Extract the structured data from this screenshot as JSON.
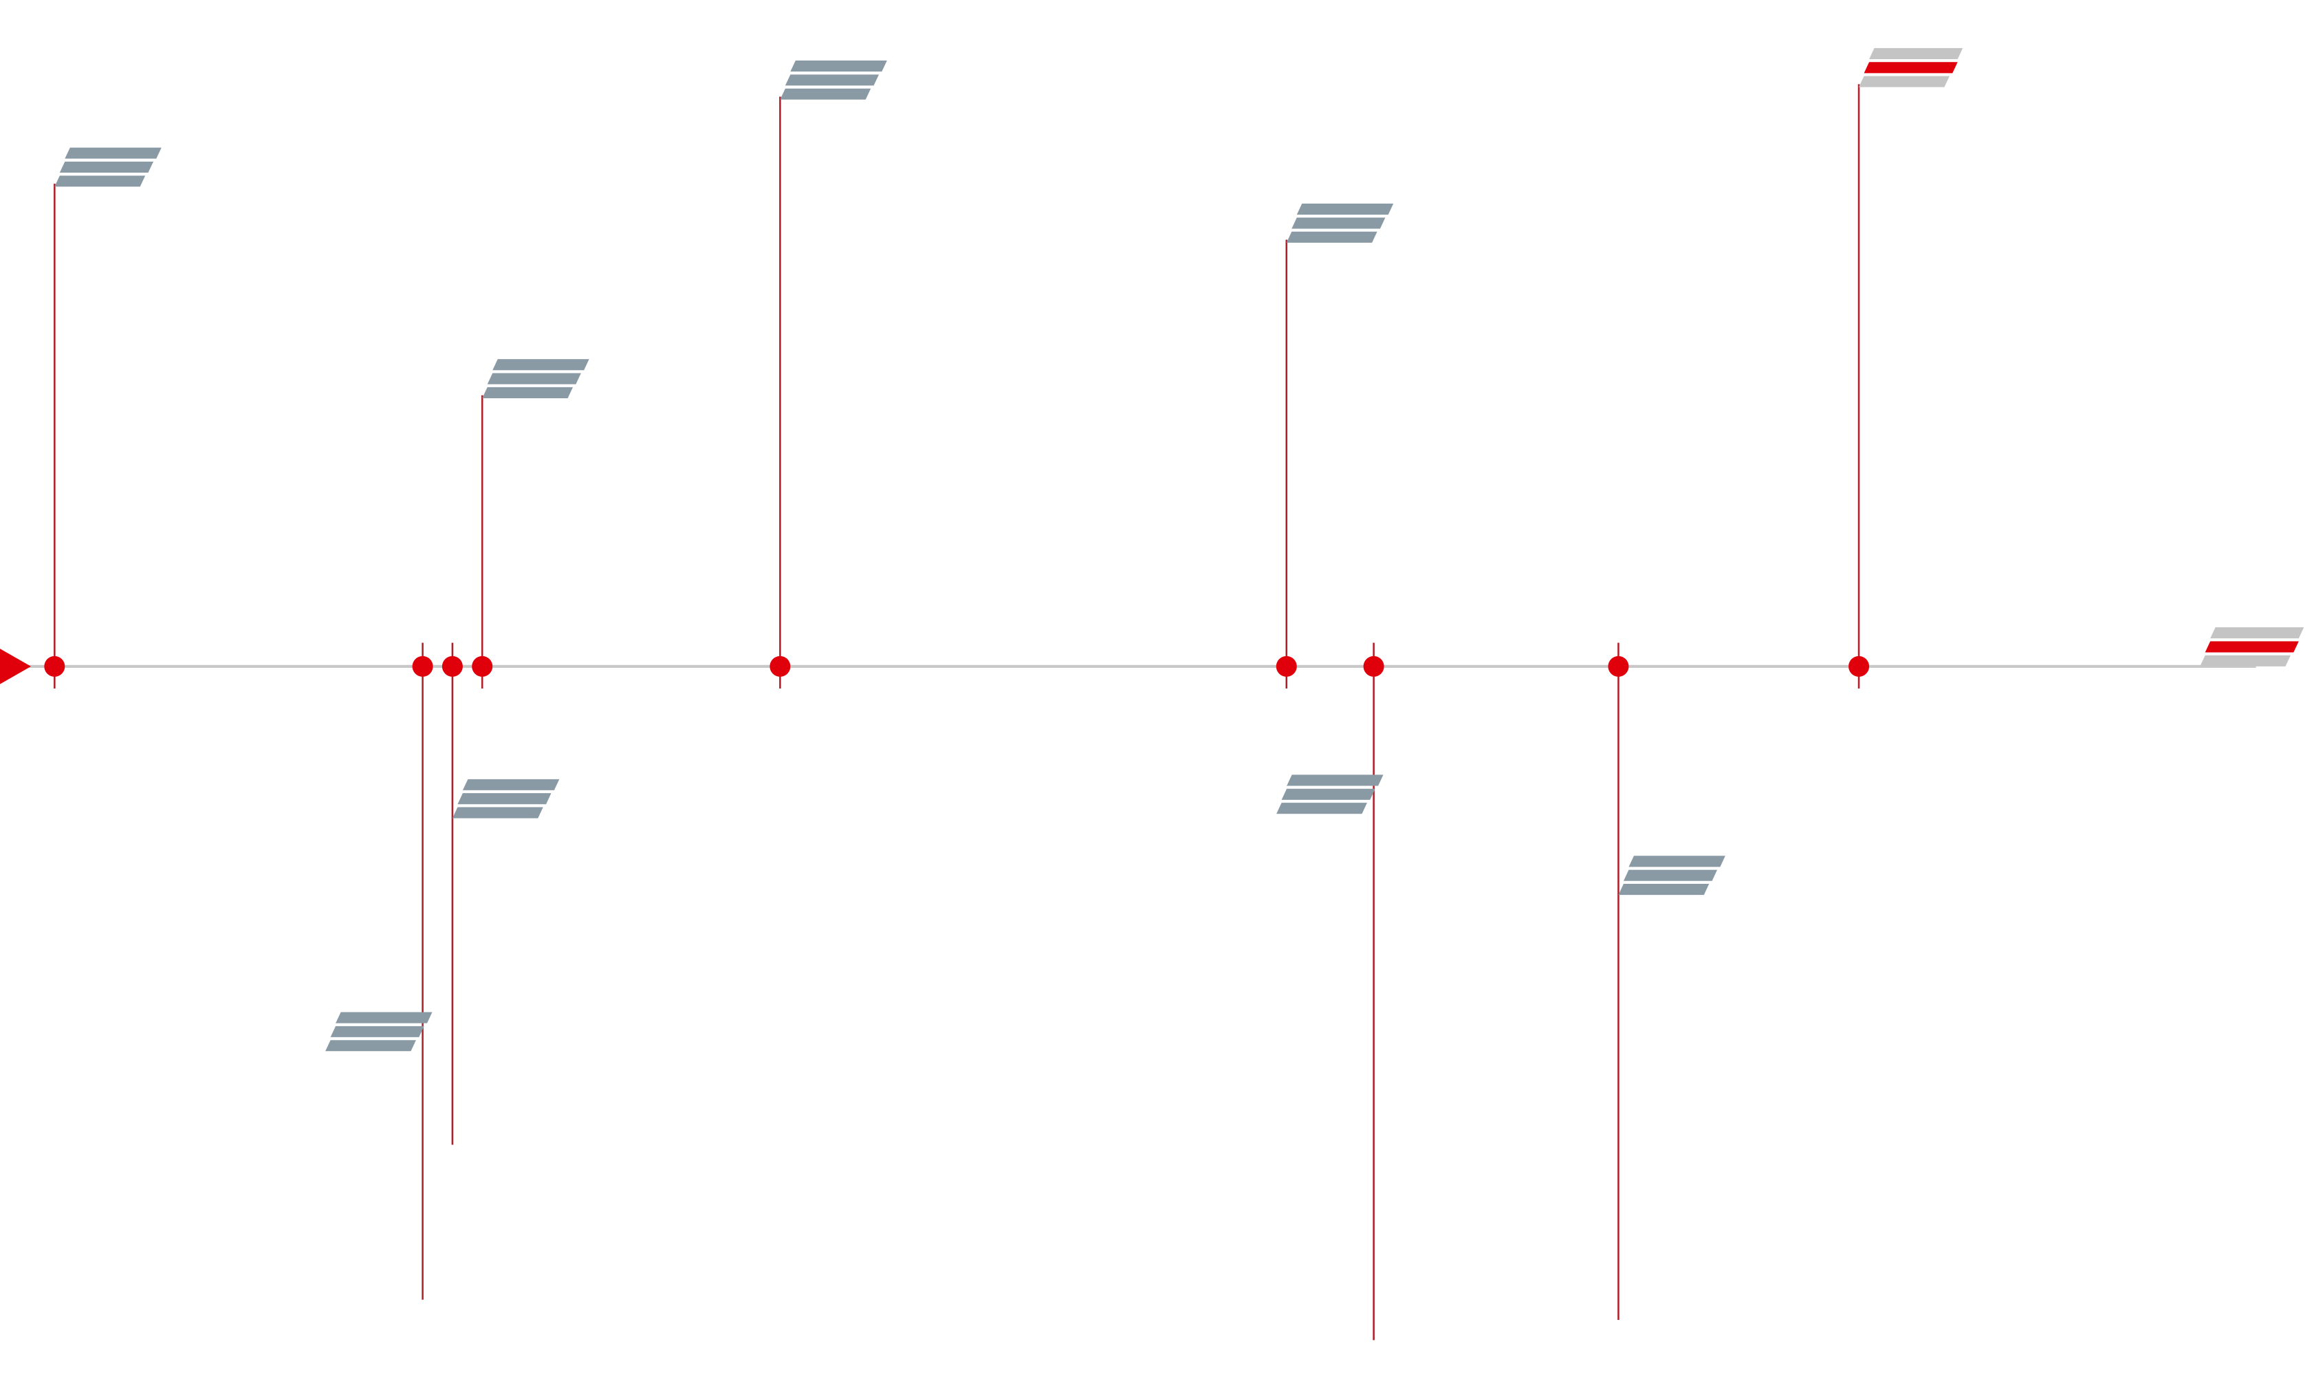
{
  "colors": {
    "accent": "#e0000b",
    "stem": "#b0202b",
    "axis": "#c8c8c8",
    "flag": "#8a9aa4",
    "flag_light": "#c4c4c4"
  },
  "timeline": {
    "start_marker": "play-triangle",
    "end_marker": "flag-highlight",
    "events": [
      {
        "id": "e1",
        "position": 0.0,
        "side": "above",
        "stem": 0.79,
        "flag": "normal"
      },
      {
        "id": "e2",
        "position": 0.173,
        "side": "below",
        "stem": 0.94,
        "flag": "normal",
        "flag_side": "left"
      },
      {
        "id": "e3",
        "position": 0.187,
        "side": "below",
        "stem": 0.71,
        "flag": "normal",
        "flag_at": 0.22
      },
      {
        "id": "e4",
        "position": 0.201,
        "side": "above",
        "stem": 0.45,
        "flag": "normal"
      },
      {
        "id": "e5",
        "position": 0.341,
        "side": "above",
        "stem": 0.93,
        "flag": "normal"
      },
      {
        "id": "e6",
        "position": 0.579,
        "side": "above",
        "stem": 0.7,
        "flag": "normal"
      },
      {
        "id": "e7",
        "position": 0.62,
        "side": "below",
        "stem": 1.0,
        "flag": "normal",
        "flag_side": "left",
        "flag_at": 0.16
      },
      {
        "id": "e8",
        "position": 0.735,
        "side": "below",
        "stem": 0.97,
        "flag": "normal",
        "flag_at": 0.3
      },
      {
        "id": "e9",
        "position": 0.848,
        "side": "above",
        "stem": 0.95,
        "flag": "highlight"
      }
    ]
  }
}
